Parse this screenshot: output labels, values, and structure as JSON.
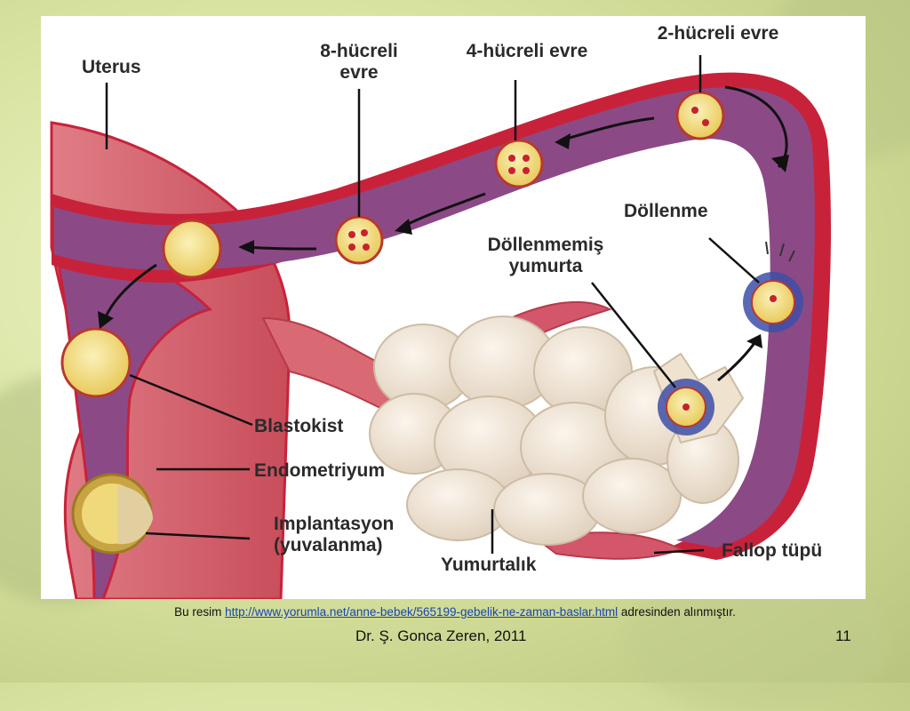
{
  "diagram": {
    "labels": {
      "uterus": "Uterus",
      "stage8": [
        "8-hücreli",
        "evre"
      ],
      "stage4": "4-hücreli evre",
      "stage2": "2-hücreli evre",
      "dollenme": "Döllenme",
      "dollenmemis": [
        "Döllenmemiş",
        "yumurta"
      ],
      "blastokist": "Blastokist",
      "endometriyum": "Endometriyum",
      "implantasyon": [
        "Implantasyon",
        "(yuvalanma)"
      ],
      "yumurtalik": "Yumurtalık",
      "fallop": "Fallop tüpü"
    },
    "colors": {
      "tube_outer": "#c8223a",
      "tube_inner": "#8b4a86",
      "uterus_wall": "#d96a74",
      "ovary": "#f2e7d8",
      "cell": "#f3df7a",
      "nucleus": "#c8222e",
      "corona": "#3d4fa8"
    }
  },
  "caption": {
    "prefix": "Bu resim ",
    "link": "http://www.yorumla.net/anne-bebek/565199-gebelik-ne-zaman-baslar.html",
    "suffix": " adresinden alınmıştır."
  },
  "footer": {
    "author": "Dr. Ş. Gonca Zeren, 2011",
    "page": "11"
  }
}
